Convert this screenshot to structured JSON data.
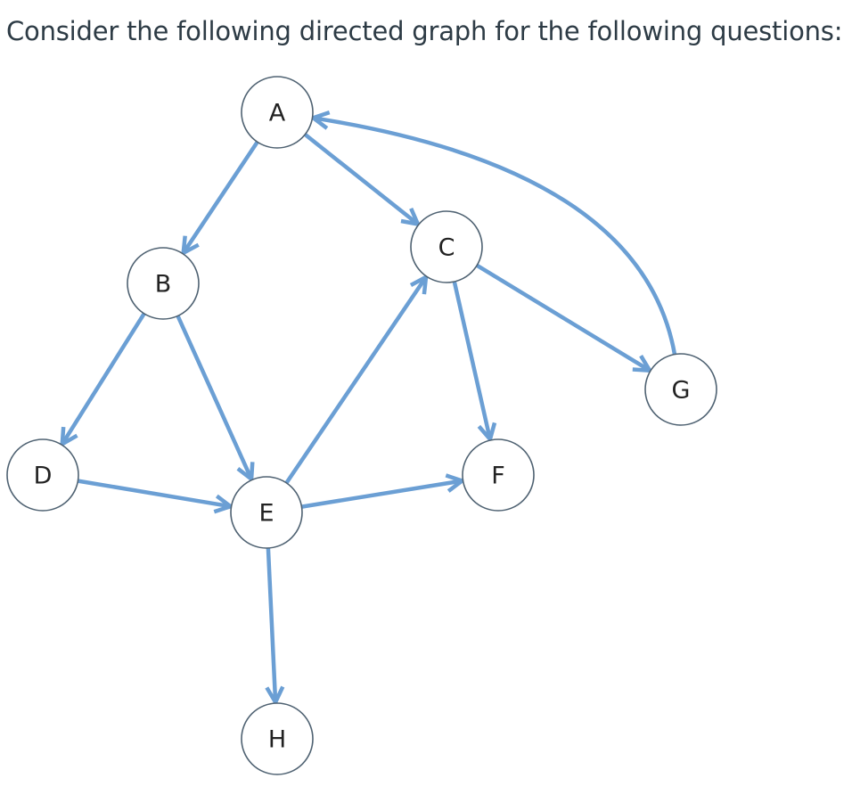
{
  "question": {
    "text": "Consider the following directed graph for the following questions:"
  },
  "graph": {
    "edge_color": "#6b9fd4",
    "nodes": [
      {
        "id": "A",
        "label": "A"
      },
      {
        "id": "B",
        "label": "B"
      },
      {
        "id": "C",
        "label": "C"
      },
      {
        "id": "D",
        "label": "D"
      },
      {
        "id": "E",
        "label": "E"
      },
      {
        "id": "F",
        "label": "F"
      },
      {
        "id": "G",
        "label": "G"
      },
      {
        "id": "H",
        "label": "H"
      }
    ],
    "edges": [
      {
        "from": "A",
        "to": "B"
      },
      {
        "from": "A",
        "to": "C"
      },
      {
        "from": "G",
        "to": "A"
      },
      {
        "from": "B",
        "to": "D"
      },
      {
        "from": "B",
        "to": "E"
      },
      {
        "from": "C",
        "to": "G"
      },
      {
        "from": "C",
        "to": "F"
      },
      {
        "from": "D",
        "to": "E"
      },
      {
        "from": "E",
        "to": "C"
      },
      {
        "from": "E",
        "to": "F"
      },
      {
        "from": "E",
        "to": "H"
      }
    ]
  }
}
